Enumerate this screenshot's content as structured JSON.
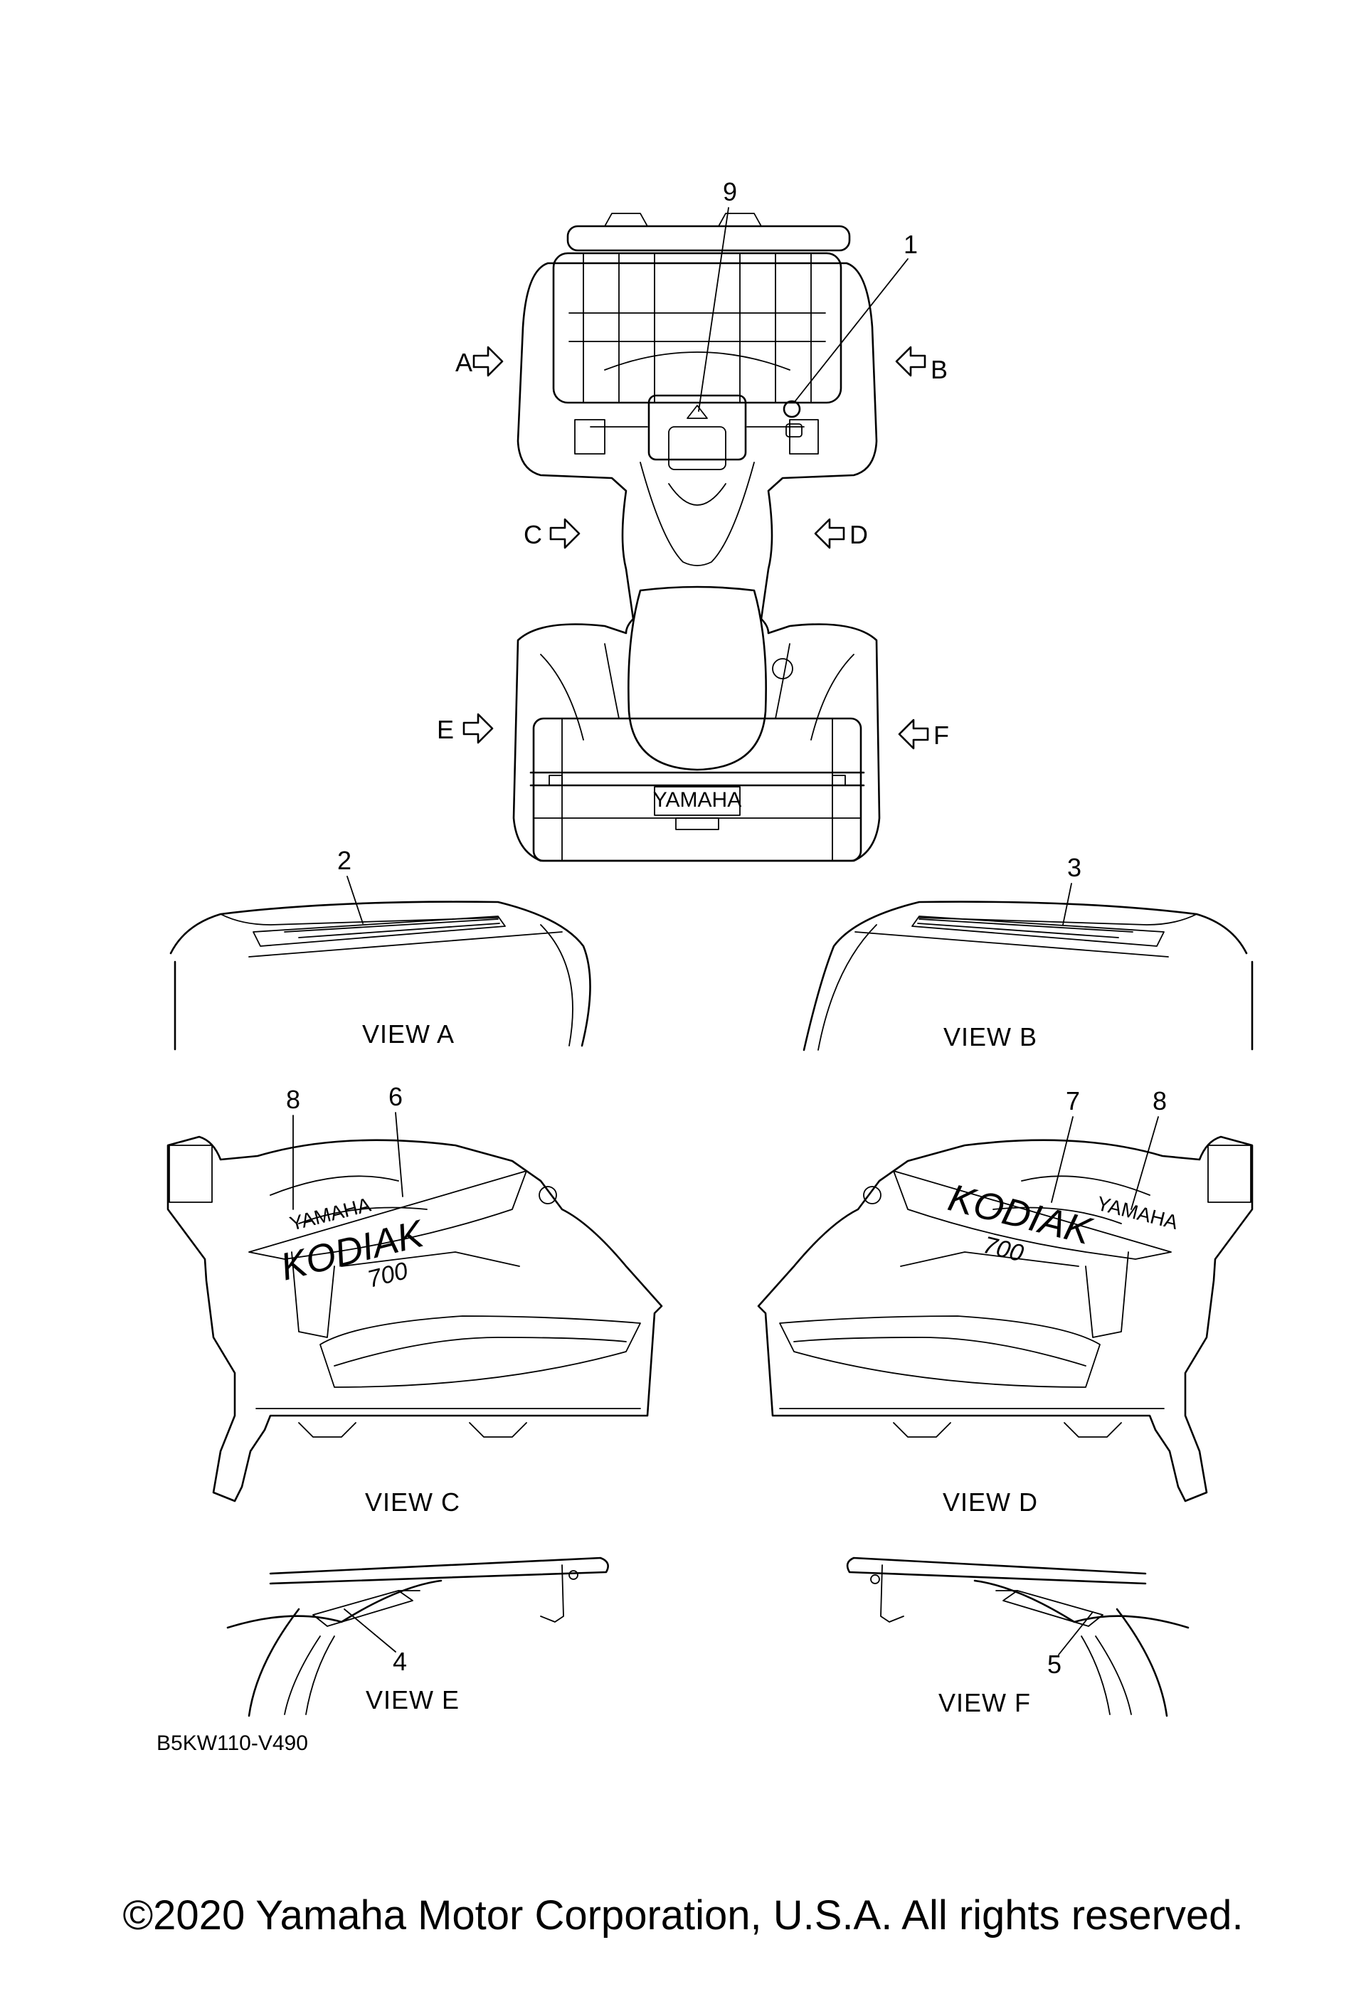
{
  "callouts": {
    "c1": "1",
    "c2": "2",
    "c3": "3",
    "c4": "4",
    "c5": "5",
    "c6": "6",
    "c7": "7",
    "c8a": "8",
    "c8b": "8",
    "c9": "9"
  },
  "view_arrows": {
    "a": "A",
    "b": "B",
    "c": "C",
    "d": "D",
    "e": "E",
    "f": "F"
  },
  "view_titles": {
    "a": "VIEW A",
    "b": "VIEW B",
    "c": "VIEW C",
    "d": "VIEW D",
    "e": "VIEW E",
    "f": "VIEW F"
  },
  "decals": {
    "brand": "YAMAHA",
    "model": "KODIAK",
    "displacement": "700",
    "rear_rack_badge": "YAMAHA"
  },
  "diagram_code": "B5KW110-V490",
  "copyright": "©2020 Yamaha Motor Corporation, U.S.A. All rights reserved."
}
